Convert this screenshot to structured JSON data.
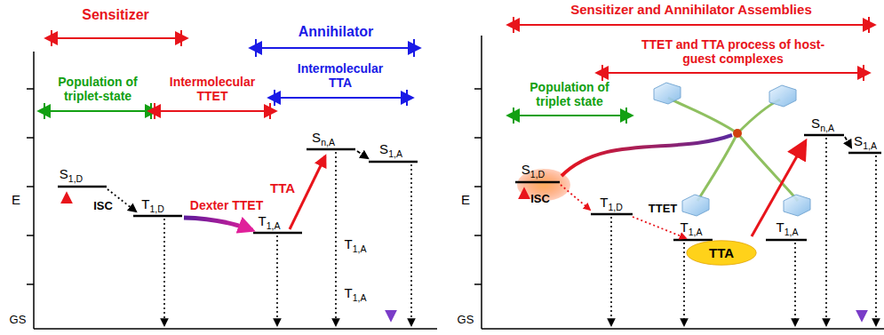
{
  "diagram": {
    "nodes": [
      {
        "text": [
          "TTA"
        ]
      }
    ],
    "labels": [
      "Sensitizer",
      "Annihilator",
      "Population of triplet-state",
      "Intermolecular TTET",
      "Intermolecular TTA",
      "E",
      "GS",
      "S1,D",
      "ISC",
      "T1,D",
      "Dexter TTET",
      "T1,A",
      "TTA",
      "Sn,A",
      "S1,A",
      "T1,A",
      "T1,A",
      "Sensitizer and Annihilator Assemblies",
      "TTET and TTA process of host-guest complexes",
      "Population of triplet state",
      "E",
      "GS",
      "S1,D",
      "ISC",
      "T1,D",
      "TTET",
      "T1,A",
      "T1,A",
      "Sn,A",
      "S1,A"
    ]
  }
}
